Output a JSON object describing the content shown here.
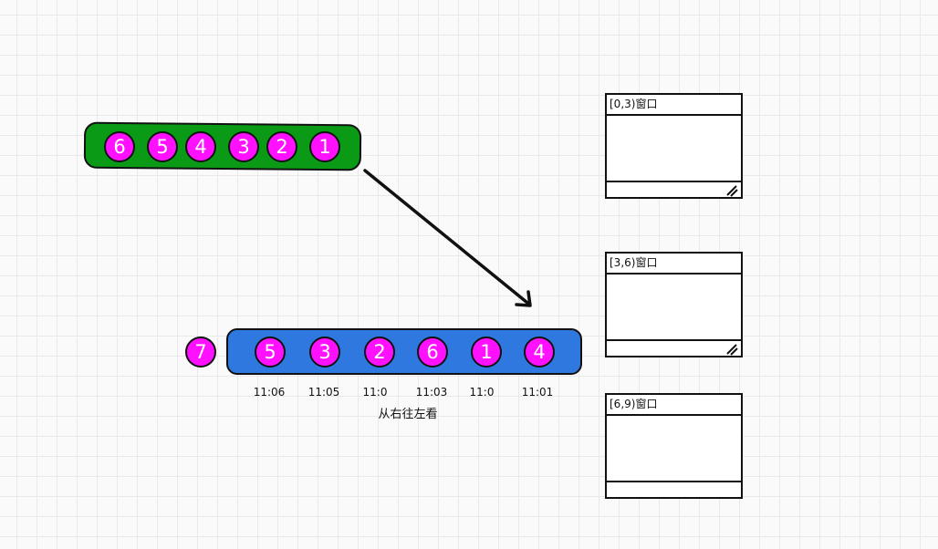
{
  "colors": {
    "green_bar": "#0a9a16",
    "blue_bar": "#2f78e0",
    "ball_fill": "#ff10ff",
    "ball_text": "#ffffff",
    "stroke": "#111111",
    "grid": "#e9e9e9"
  },
  "top_stream": {
    "items": [
      "6",
      "5",
      "4",
      "3",
      "2",
      "1"
    ]
  },
  "bottom_stream": {
    "incoming": "7",
    "items": [
      "5",
      "3",
      "2",
      "6",
      "1",
      "4"
    ],
    "times": [
      "11:06",
      "11:05",
      "11:0",
      "11:03",
      "11:0",
      "11:01"
    ],
    "caption": "从右往左看"
  },
  "windows": [
    {
      "title": "[0,3)窗口",
      "grip": true
    },
    {
      "title": "[3,6)窗口",
      "grip": true
    },
    {
      "title": "[6,9)窗口",
      "grip": false
    }
  ]
}
